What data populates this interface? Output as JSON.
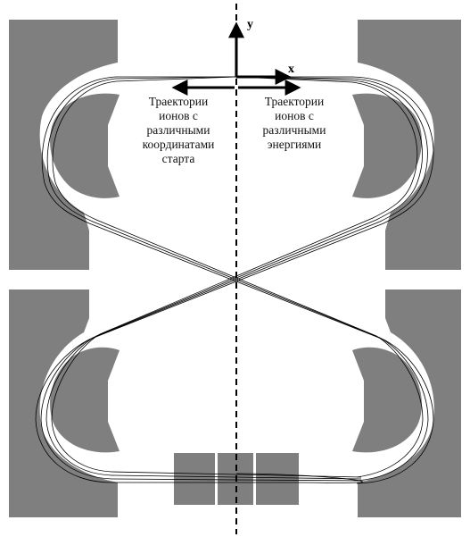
{
  "axes": {
    "y_label": "y",
    "x_label": "x"
  },
  "labels": {
    "left": {
      "lines": [
        "Траектории",
        "ионов с",
        "различными",
        "координатами",
        "старта"
      ]
    },
    "right": {
      "lines": [
        "Траектории",
        "ионов с",
        "различными",
        "энергиями"
      ]
    }
  },
  "colors": {
    "electrode": "#7f7f7f",
    "trajectory": "#000000",
    "background": "#ffffff"
  },
  "icons": {
    "axis_arrows": "arrow-icon",
    "spread_arrows": "double-arrow-icon"
  }
}
